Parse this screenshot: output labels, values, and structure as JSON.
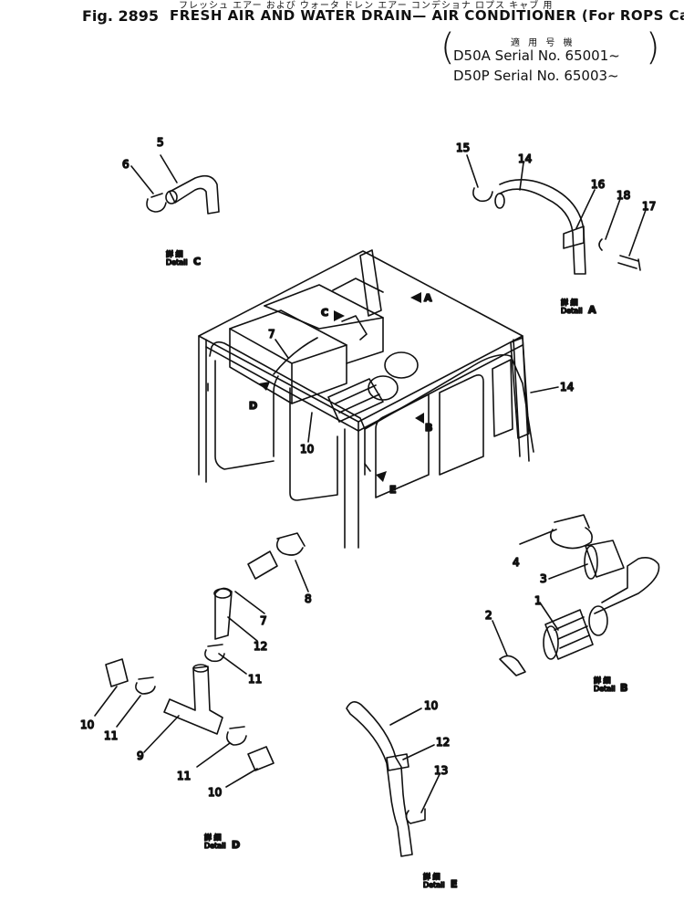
{
  "header": {
    "figure_number": "Fig. 2895",
    "title_japanese": "フレッシュ エアー および ウォータ ドレン エアー コンデショナ ロプス キャブ 用",
    "title": "FRESH AIR AND WATER DRAIN— AIR CONDITIONER (For ROPS Cab)",
    "applicability_japanese": "適 用 号 機",
    "serial_a": "D50A Serial No. 65001~",
    "serial_p": "D50P Serial No. 65003~"
  },
  "callouts": {
    "n1": "1",
    "n2": "2",
    "n3": "3",
    "n4": "4",
    "n5": "5",
    "n6": "6",
    "n7a": "7",
    "n7b": "7",
    "n8": "8",
    "n9": "9",
    "n10a": "10",
    "n10b": "10",
    "n10c": "10",
    "n10d": "10",
    "n11a": "11",
    "n11b": "11",
    "n11c": "11",
    "n12a": "12",
    "n12b": "12",
    "n13": "13",
    "n14a": "14",
    "n14b": "14",
    "n15": "15",
    "n16": "16",
    "n17": "17",
    "n18": "18"
  },
  "view_arrows": {
    "a": "A",
    "b": "B",
    "c": "C",
    "d": "D",
    "e": "E"
  },
  "detail_labels": {
    "detail_word_jp": "詳 細",
    "detail_word": "Detail",
    "a": "A",
    "b": "B",
    "c": "C",
    "d": "D",
    "e": "E"
  }
}
